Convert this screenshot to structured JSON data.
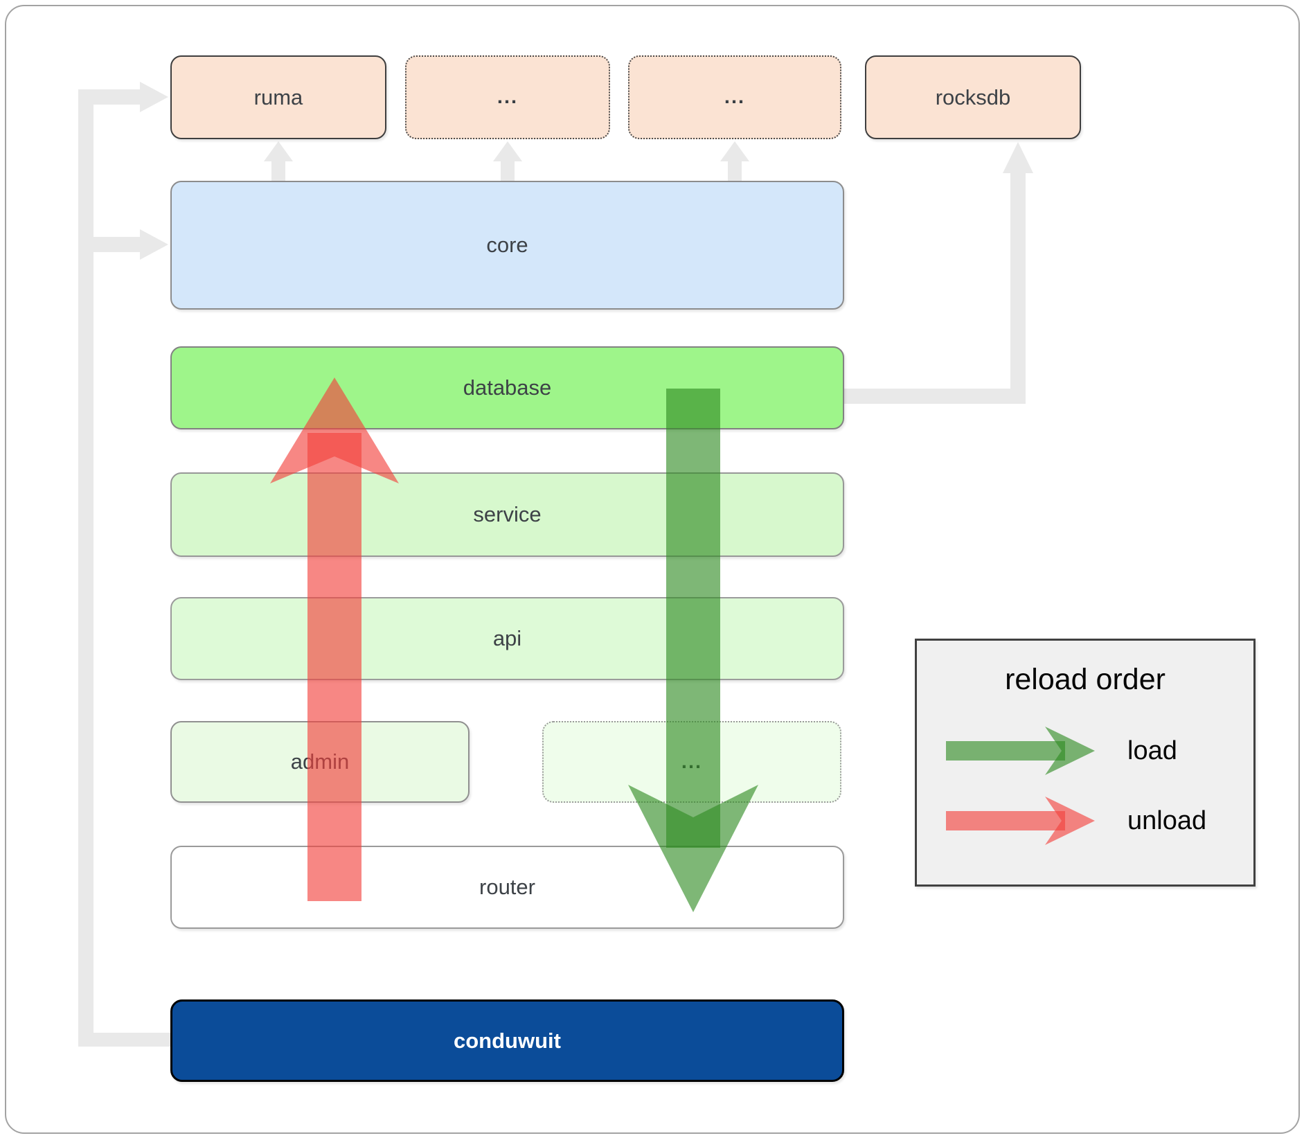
{
  "nodes": {
    "ruma": "ruma",
    "deps_more_1": "...",
    "deps_more_2": "...",
    "rocksdb": "rocksdb",
    "core": "core",
    "database": "database",
    "service": "service",
    "api": "api",
    "admin": "admin",
    "services_more": "...",
    "router": "router",
    "conduwuit": "conduwuit"
  },
  "legend": {
    "title": "reload order",
    "load_label": "load",
    "unload_label": "unload"
  },
  "colors": {
    "dependency_fill": "#fbe3d3",
    "core_fill": "#d4e7fa",
    "database_fill": "#9ef58a",
    "service_fill": "#d7f8cd",
    "api_fill": "#defad7",
    "admin_fill": "#eafae4",
    "router_fill": "#ffffff",
    "conduwuit_fill": "#0b4c99",
    "load_arrow": "#2e8b22",
    "unload_arrow": "#f2413c",
    "connector": "#e9e9e9",
    "legend_bg": "#f0f0f0"
  }
}
